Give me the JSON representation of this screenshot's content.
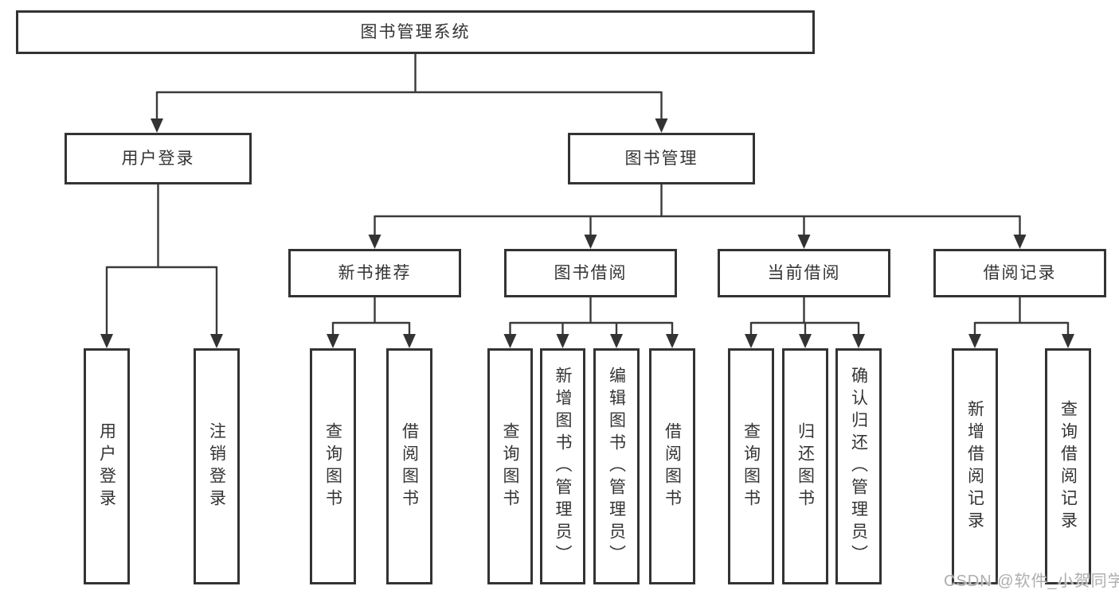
{
  "diagram": {
    "root": {
      "label": "图书管理系统"
    },
    "login_branch": {
      "label": "用户登录",
      "children": [
        {
          "label": "用户登录"
        },
        {
          "label": "注销登录"
        }
      ]
    },
    "management_branch": {
      "label": "图书管理",
      "groups": [
        {
          "label": "新书推荐",
          "children": [
            {
              "label": "查询图书"
            },
            {
              "label": "借阅图书"
            }
          ]
        },
        {
          "label": "图书借阅",
          "children": [
            {
              "label": "查询图书"
            },
            {
              "label": "新增图书（管理员）"
            },
            {
              "label": "编辑图书（管理员）"
            },
            {
              "label": "借阅图书"
            }
          ]
        },
        {
          "label": "当前借阅",
          "children": [
            {
              "label": "查询图书"
            },
            {
              "label": "归还图书"
            },
            {
              "label": "确认归还（管理员）"
            }
          ]
        },
        {
          "label": "借阅记录",
          "children": [
            {
              "label": "新增借阅记录"
            },
            {
              "label": "查询借阅记录"
            }
          ]
        }
      ]
    },
    "watermark": "CSDN @软件_小贺同学",
    "colors": {
      "line": "#3a3a3a",
      "border": "#333333",
      "text": "#343434",
      "background": "#ffffff",
      "watermark": "#aeaeae"
    }
  }
}
